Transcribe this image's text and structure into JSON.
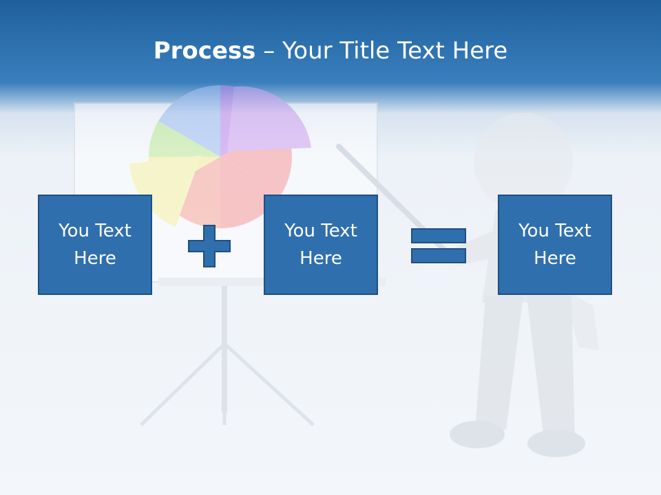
{
  "slide": {
    "title_bold": "Process",
    "title_rest": " – Your Title Text Here",
    "boxes": [
      {
        "label": "You Text Here"
      },
      {
        "label": "You Text Here"
      },
      {
        "label": "You Text Here"
      }
    ],
    "operators": [
      "plus-icon",
      "equals-icon"
    ]
  },
  "colors": {
    "header_blue": "#2e72b0",
    "box_fill": "#2f6fad",
    "box_border": "#1f4f80",
    "background": "#f3f6fa"
  }
}
